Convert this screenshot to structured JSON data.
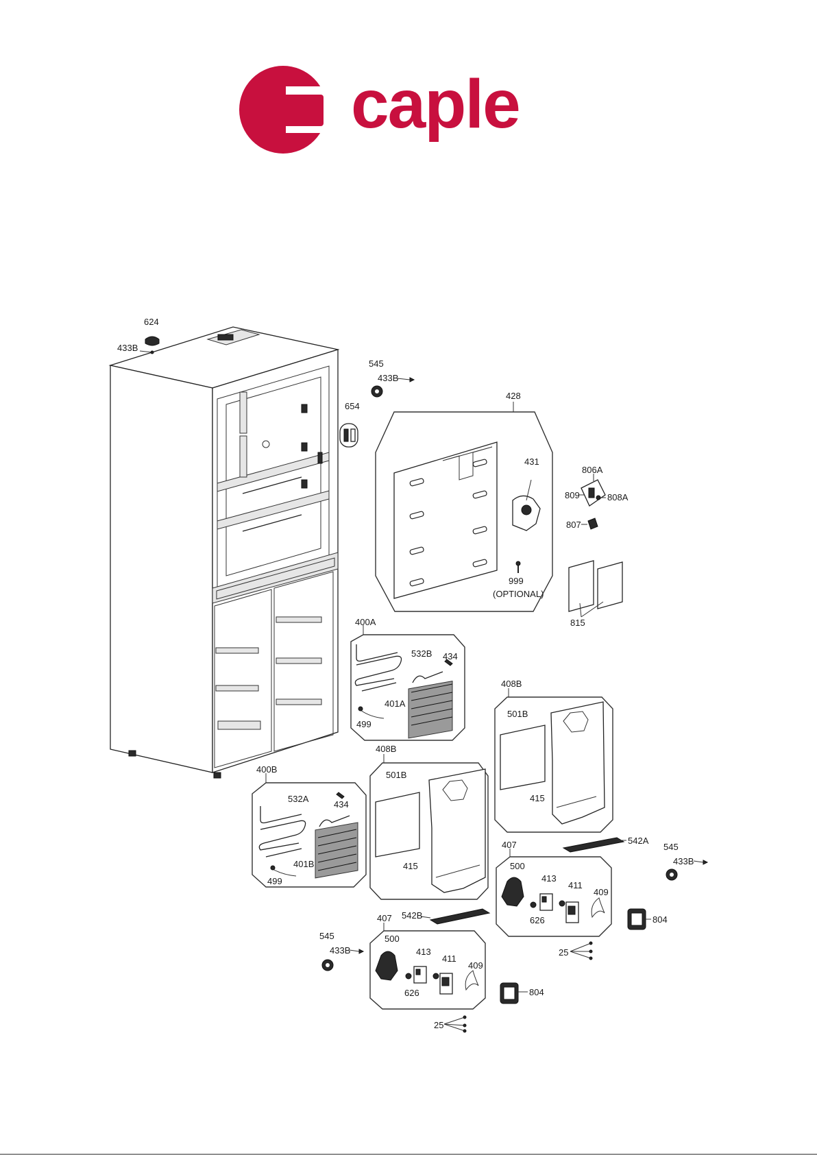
{
  "brand": {
    "name": "caple",
    "color": "#c8103e"
  },
  "labels": {
    "p624": "624",
    "p433b_top": "433B",
    "p545_a": "545",
    "p433b_a": "433B",
    "p654": "654",
    "p428": "428",
    "p431": "431",
    "p806a": "806A",
    "p809": "809",
    "p808a": "808A",
    "p807": "807",
    "p999": "999",
    "optional": "(OPTIONAL)",
    "p815": "815",
    "p400a": "400A",
    "p532b": "532B",
    "p434_a": "434",
    "p401a": "401A",
    "p499_a": "499",
    "p408b_a": "408B",
    "p501b_a": "501B",
    "p415_a": "415",
    "p408b_b": "408B",
    "p501b_b": "501B",
    "p415_b": "415",
    "p400b": "400B",
    "p532a": "532A",
    "p434_b": "434",
    "p401b": "401B",
    "p499_b": "499",
    "p542a": "542A",
    "p545_b": "545",
    "p433b_b": "433B",
    "p407_a": "407",
    "p500_a": "500",
    "p413_a": "413",
    "p411_a": "411",
    "p409_a": "409",
    "p626_a": "626",
    "p804_a": "804",
    "p25_a": "25",
    "p542b": "542B",
    "p407_b": "407",
    "p500_b": "500",
    "p413_b": "413",
    "p411_b": "411",
    "p409_b": "409",
    "p626_b": "626",
    "p545_c": "545",
    "p433b_c": "433B",
    "p804_b": "804",
    "p25_b": "25"
  }
}
